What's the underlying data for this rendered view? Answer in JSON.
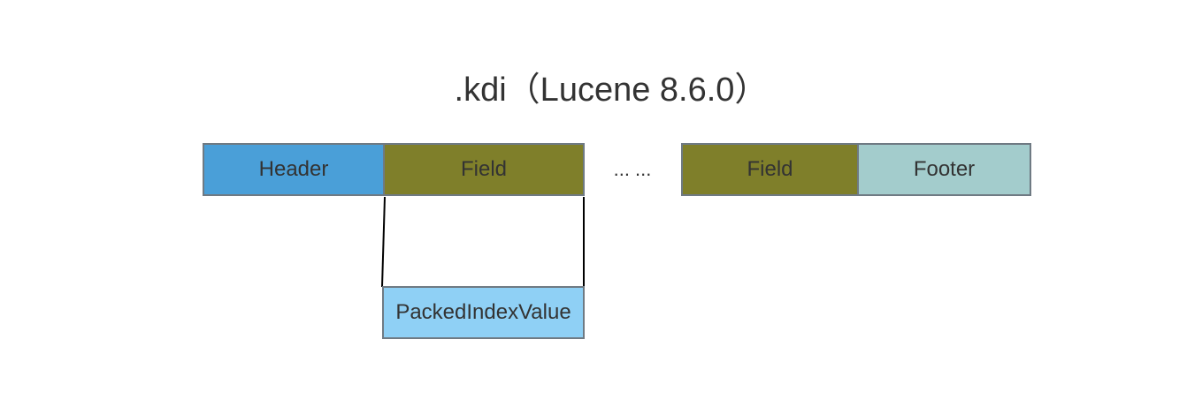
{
  "diagram": {
    "title": ".kdi（Lucene 8.6.0）",
    "blocks": [
      {
        "label": "Header",
        "color": "#4a9fd8"
      },
      {
        "label": "Field",
        "color": "#7f7f2a"
      },
      {
        "label": "... ...",
        "color": "#ffffff"
      },
      {
        "label": "Field",
        "color": "#7f7f2a"
      },
      {
        "label": "Footer",
        "color": "#a3cccc"
      }
    ],
    "detail": {
      "label": "PackedIndexValue",
      "color": "#8fd0f5"
    }
  }
}
